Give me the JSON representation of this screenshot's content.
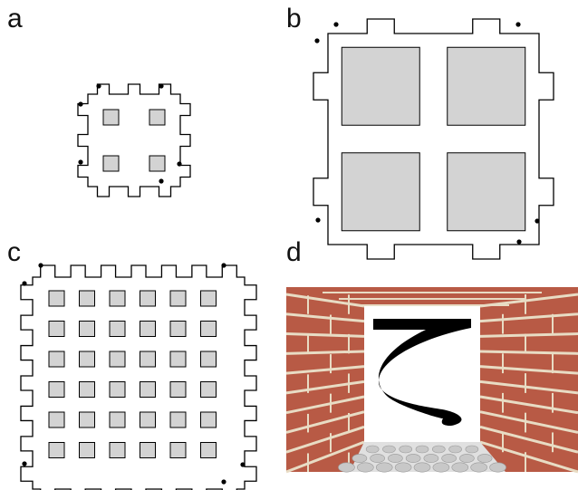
{
  "panels": [
    {
      "label": "a",
      "tabs": 3,
      "holes": 2,
      "dot_count": 6
    },
    {
      "label": "b",
      "tabs": 2,
      "holes": 2,
      "dot_count": 6
    },
    {
      "label": "c",
      "tabs": 7,
      "holes": 6,
      "dot_count": 6
    },
    {
      "label": "d",
      "description_glyph": "ζ"
    }
  ],
  "colors": {
    "stroke": "#000000",
    "hole_fill": "#d3d3d3",
    "brick": "#b85a45",
    "mortar": "#e8dcc4",
    "card": "#ffffff",
    "glyph": "#000000",
    "floor_bump": "#c8c8c8"
  }
}
